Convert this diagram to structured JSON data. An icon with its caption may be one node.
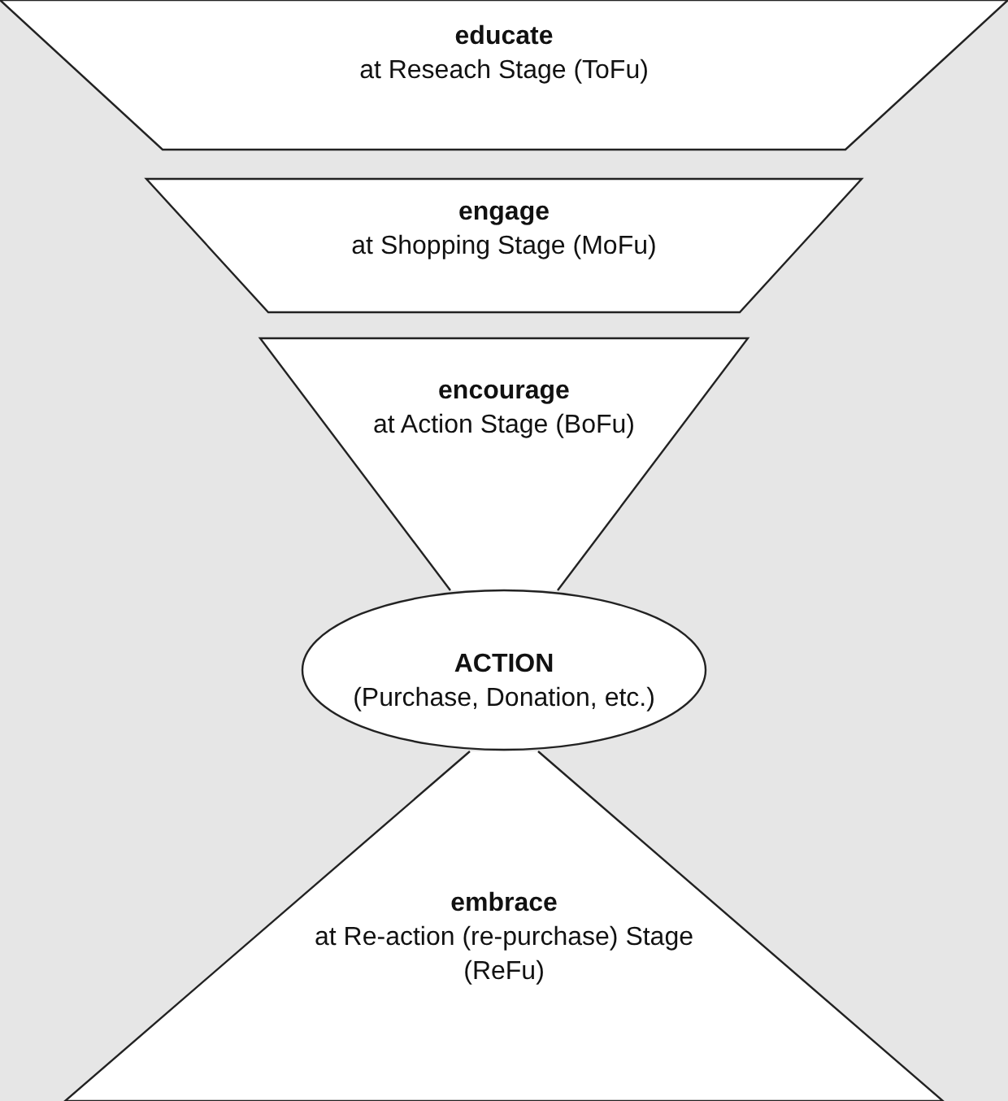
{
  "diagram": {
    "nodes": [
      {
        "text": [
          "educate",
          "at Reseach Stage (ToFu)"
        ]
      },
      {
        "text": [
          "engage",
          "at Shopping Stage (MoFu)"
        ]
      },
      {
        "text": [
          "encourage",
          "at Action Stage (BoFu)"
        ]
      },
      {
        "text": [
          "ACTION",
          "(Purchase, Donation, etc.)"
        ]
      },
      {
        "text": [
          "embrace",
          "at Re-action (re-purchase) Stage (ReFu)"
        ]
      }
    ],
    "edges": []
  }
}
